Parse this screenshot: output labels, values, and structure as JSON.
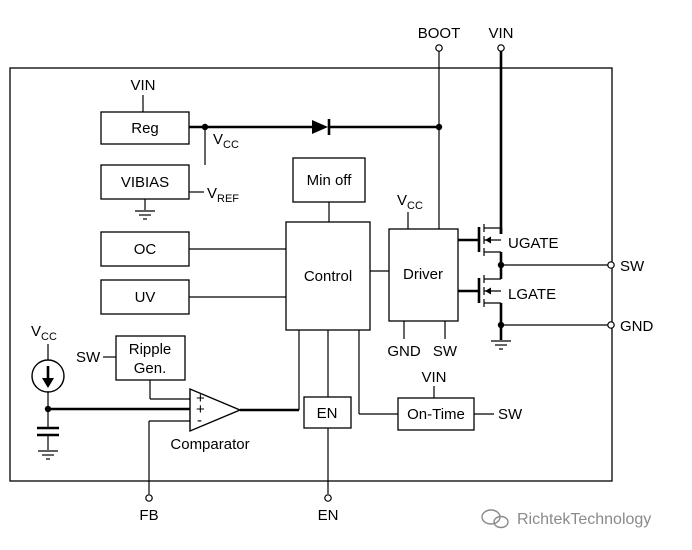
{
  "pins": {
    "boot": "BOOT",
    "vin": "VIN",
    "sw": "SW",
    "gnd": "GND",
    "fb": "FB",
    "en": "EN"
  },
  "blocks": {
    "reg": "Reg",
    "vibias": "VIBIAS",
    "min_off": "Min off",
    "oc": "OC",
    "uv": "UV",
    "control": "Control",
    "driver": "Driver",
    "ripple_gen_line1": "Ripple",
    "ripple_gen_line2": "Gen.",
    "comparator": "Comparator",
    "en": "EN",
    "on_time": "On-Time"
  },
  "signals": {
    "vin": "VIN",
    "vcc_main": "V",
    "vcc_sub": "CC",
    "vref_main": "V",
    "vref_sub": "REF",
    "sw": "SW",
    "gnd": "GND",
    "ugate": "UGATE",
    "lgate": "LGATE",
    "plus": "+",
    "minus": "-"
  },
  "watermark": "RichtekTechnology"
}
